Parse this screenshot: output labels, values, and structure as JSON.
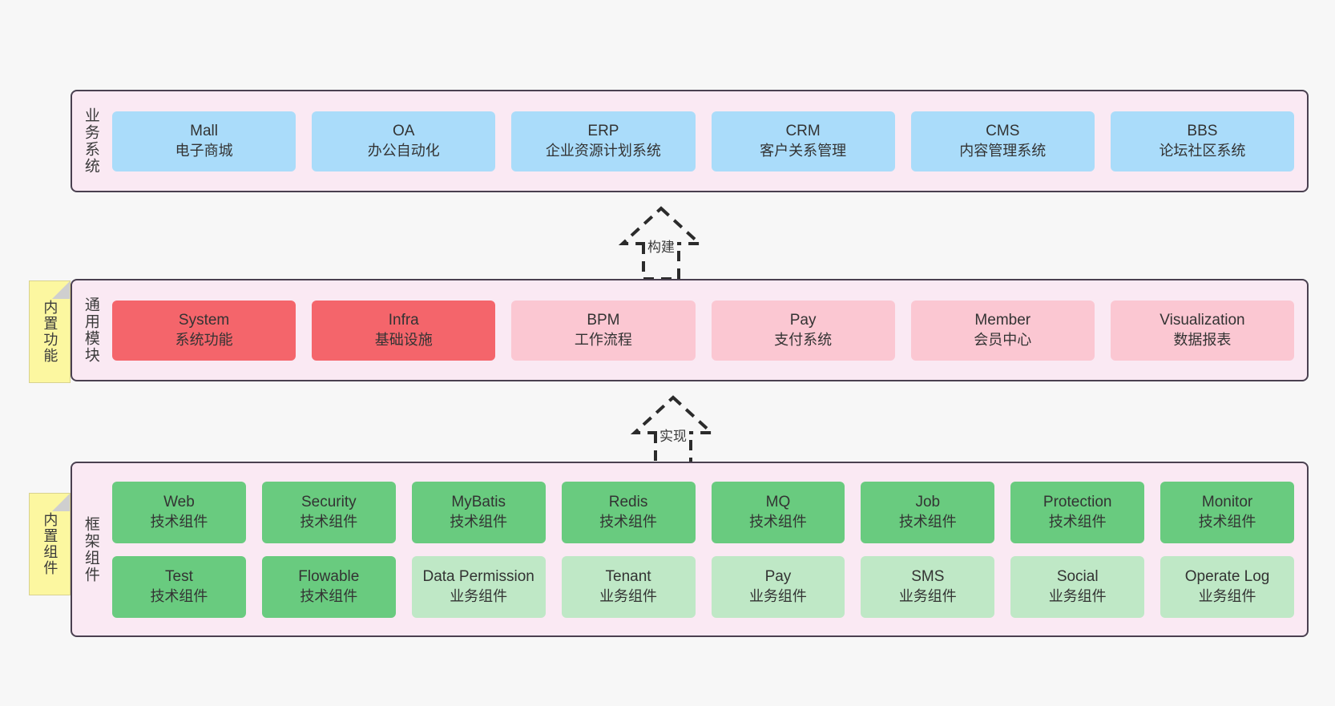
{
  "layers": {
    "business": {
      "title": "业务系统",
      "items": [
        {
          "en": "Mall",
          "cn": "电子商城",
          "color": "#aadcfa"
        },
        {
          "en": "OA",
          "cn": "办公自动化",
          "color": "#aadcfa"
        },
        {
          "en": "ERP",
          "cn": "企业资源计划系统",
          "color": "#aadcfa"
        },
        {
          "en": "CRM",
          "cn": "客户关系管理",
          "color": "#aadcfa"
        },
        {
          "en": "CMS",
          "cn": "内容管理系统",
          "color": "#aadcfa"
        },
        {
          "en": "BBS",
          "cn": "论坛社区系统",
          "color": "#aadcfa"
        }
      ]
    },
    "modules": {
      "title": "通用模块",
      "note": "内置功能",
      "items": [
        {
          "en": "System",
          "cn": "系统功能",
          "color": "#f4656b"
        },
        {
          "en": "Infra",
          "cn": "基础设施",
          "color": "#f4656b"
        },
        {
          "en": "BPM",
          "cn": "工作流程",
          "color": "#fbc7d2"
        },
        {
          "en": "Pay",
          "cn": "支付系统",
          "color": "#fbc7d2"
        },
        {
          "en": "Member",
          "cn": "会员中心",
          "color": "#fbc7d2"
        },
        {
          "en": "Visualization",
          "cn": "数据报表",
          "color": "#fbc7d2"
        }
      ]
    },
    "framework": {
      "title": "框架组件",
      "note": "内置组件",
      "tech_row": [
        {
          "en": "Web",
          "cn": "技术组件",
          "color": "#69cb7f"
        },
        {
          "en": "Security",
          "cn": "技术组件",
          "color": "#69cb7f"
        },
        {
          "en": "MyBatis",
          "cn": "技术组件",
          "color": "#69cb7f"
        },
        {
          "en": "Redis",
          "cn": "技术组件",
          "color": "#69cb7f"
        },
        {
          "en": "MQ",
          "cn": "技术组件",
          "color": "#69cb7f"
        },
        {
          "en": "Job",
          "cn": "技术组件",
          "color": "#69cb7f"
        },
        {
          "en": "Protection",
          "cn": "技术组件",
          "color": "#69cb7f"
        },
        {
          "en": "Monitor",
          "cn": "技术组件",
          "color": "#69cb7f"
        }
      ],
      "business_row": [
        {
          "en": "Test",
          "cn": "技术组件",
          "color": "#69cb7f"
        },
        {
          "en": "Flowable",
          "cn": "技术组件",
          "color": "#69cb7f"
        },
        {
          "en": "Data Permission",
          "cn": "业务组件",
          "color": "#bfe8c6"
        },
        {
          "en": "Tenant",
          "cn": "业务组件",
          "color": "#bfe8c6"
        },
        {
          "en": "Pay",
          "cn": "业务组件",
          "color": "#bfe8c6"
        },
        {
          "en": "SMS",
          "cn": "业务组件",
          "color": "#bfe8c6"
        },
        {
          "en": "Social",
          "cn": "业务组件",
          "color": "#bfe8c6"
        },
        {
          "en": "Operate Log",
          "cn": "业务组件",
          "color": "#bfe8c6"
        }
      ]
    }
  },
  "connectors": {
    "build": "构建",
    "implement": "实现"
  },
  "colors": {
    "band_fill": "#fae9f3",
    "band_border": "#4a4050",
    "note_fill": "#fcf7a0",
    "canvas": "#f7f7f7"
  }
}
